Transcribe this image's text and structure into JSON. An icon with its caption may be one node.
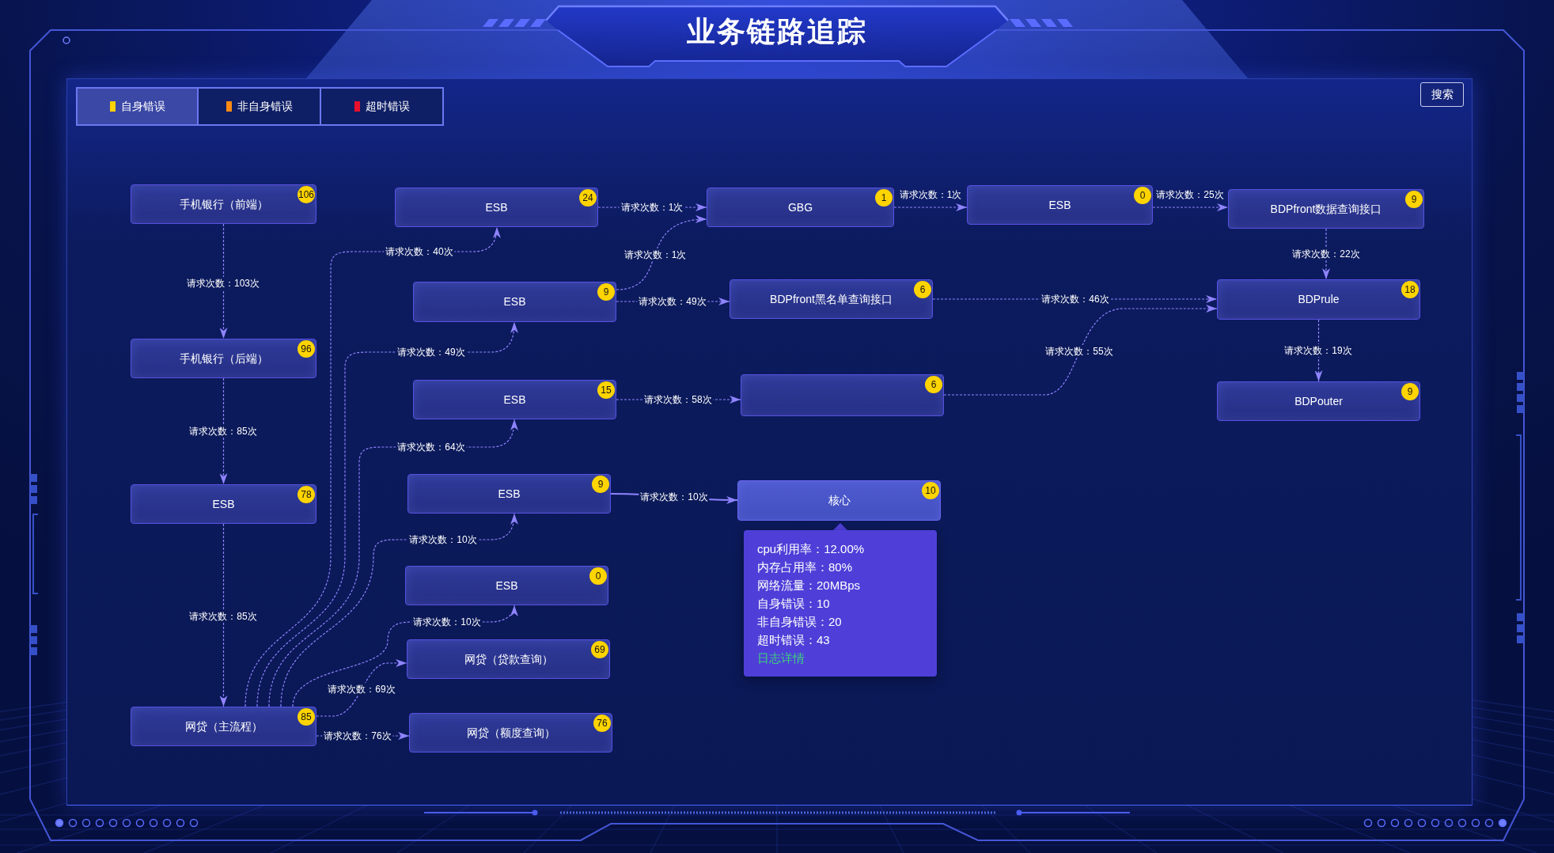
{
  "diagram": {
    "title": "业务链路追踪",
    "nodes": [
      {
        "text": [
          "手机银行（前端）",
          "106"
        ]
      },
      {
        "text": [
          "手机银行（后端）",
          "96"
        ]
      },
      {
        "text": [
          "ESB",
          "78"
        ]
      },
      {
        "text": [
          "网贷（主流程）",
          "85"
        ]
      },
      {
        "text": [
          "ESB",
          "24"
        ]
      },
      {
        "text": [
          "ESB",
          "9"
        ]
      },
      {
        "text": [
          "ESB",
          "15"
        ]
      },
      {
        "text": [
          "ESB",
          "9"
        ]
      },
      {
        "text": [
          "ESB",
          "0"
        ]
      },
      {
        "text": [
          "网贷（贷款查询）",
          "69"
        ]
      },
      {
        "text": [
          "网贷（额度查询）",
          "76"
        ]
      },
      {
        "text": [
          "GBG",
          "1"
        ]
      },
      {
        "text": [
          "BDPfront黑名单查询接口",
          "6"
        ]
      },
      {
        "text": [
          "6"
        ]
      },
      {
        "text": [
          "核心",
          "10"
        ]
      },
      {
        "text": [
          "cpu利用率：12.00%",
          "内存占用率：80%",
          "网络流量：20MBps",
          "自身错误：10",
          "非自身错误：20",
          "超时错误：43",
          "日志详情"
        ]
      },
      {
        "text": [
          "ESB",
          "0"
        ]
      },
      {
        "text": [
          "BDPfront数据查询接口",
          "9"
        ]
      },
      {
        "text": [
          "BDPrule",
          "18"
        ]
      },
      {
        "text": [
          "BDPouter",
          "9"
        ]
      }
    ],
    "edges": [
      {
        "from": 0,
        "to": 1,
        "arrow": "to",
        "label": "请求次数：103次",
        "style": "dashed"
      },
      {
        "from": 1,
        "to": 2,
        "arrow": "to",
        "label": "请求次数：85次",
        "style": "dashed"
      },
      {
        "from": 2,
        "to": 3,
        "arrow": "to",
        "label": "请求次数：85次",
        "style": "dashed"
      },
      {
        "from": 3,
        "to": 4,
        "arrow": "to",
        "label": "请求次数：40次",
        "style": "dashed"
      },
      {
        "from": 3,
        "to": 5,
        "arrow": "to",
        "label": "请求次数：49次",
        "style": "dashed"
      },
      {
        "from": 3,
        "to": 6,
        "arrow": "to",
        "label": "请求次数：64次",
        "style": "dashed"
      },
      {
        "from": 3,
        "to": 7,
        "arrow": "to",
        "label": "请求次数：10次",
        "style": "dashed"
      },
      {
        "from": 3,
        "to": 8,
        "arrow": "to",
        "label": "请求次数：10次",
        "style": "dashed"
      },
      {
        "from": 3,
        "to": 9,
        "arrow": "to",
        "label": "请求次数：69次",
        "style": "dashed"
      },
      {
        "from": 3,
        "to": 10,
        "arrow": "to",
        "label": "请求次数：76次",
        "style": "dashed"
      },
      {
        "from": 4,
        "to": 11,
        "arrow": "to",
        "label": "请求次数：1次",
        "style": "dashed"
      },
      {
        "from": 5,
        "to": 11,
        "arrow": "to",
        "label": "请求次数：1次",
        "style": "dashed"
      },
      {
        "from": 5,
        "to": 12,
        "arrow": "to",
        "label": "请求次数：49次",
        "style": "dashed"
      },
      {
        "from": 6,
        "to": 13,
        "arrow": "to",
        "label": "请求次数：58次",
        "style": "dashed"
      },
      {
        "from": 7,
        "to": 14,
        "arrow": "to",
        "label": "请求次数：10次"
      },
      {
        "from": 11,
        "to": 16,
        "arrow": "to",
        "label": "请求次数：1次",
        "style": "dashed"
      },
      {
        "from": 16,
        "to": 17,
        "arrow": "to",
        "label": "请求次数：25次",
        "style": "dashed"
      },
      {
        "from": 12,
        "to": 18,
        "arrow": "to",
        "label": "请求次数：46次",
        "style": "dashed"
      },
      {
        "from": 13,
        "to": 18,
        "arrow": "to",
        "label": "请求次数：55次",
        "style": "dashed"
      },
      {
        "from": 17,
        "to": 18,
        "arrow": "to",
        "label": "请求次数：22次",
        "style": "dashed"
      },
      {
        "from": 18,
        "to": 19,
        "arrow": "to",
        "label": "请求次数：19次",
        "style": "dashed"
      }
    ],
    "labels": [
      "搜索"
    ],
    "legend": [
      {
        "text": "自身错误",
        "color": "#ffd200"
      },
      {
        "text": "非自身错误",
        "color": "#ff8a14"
      },
      {
        "text": "超时错误",
        "color": "#e8102c"
      }
    ]
  }
}
